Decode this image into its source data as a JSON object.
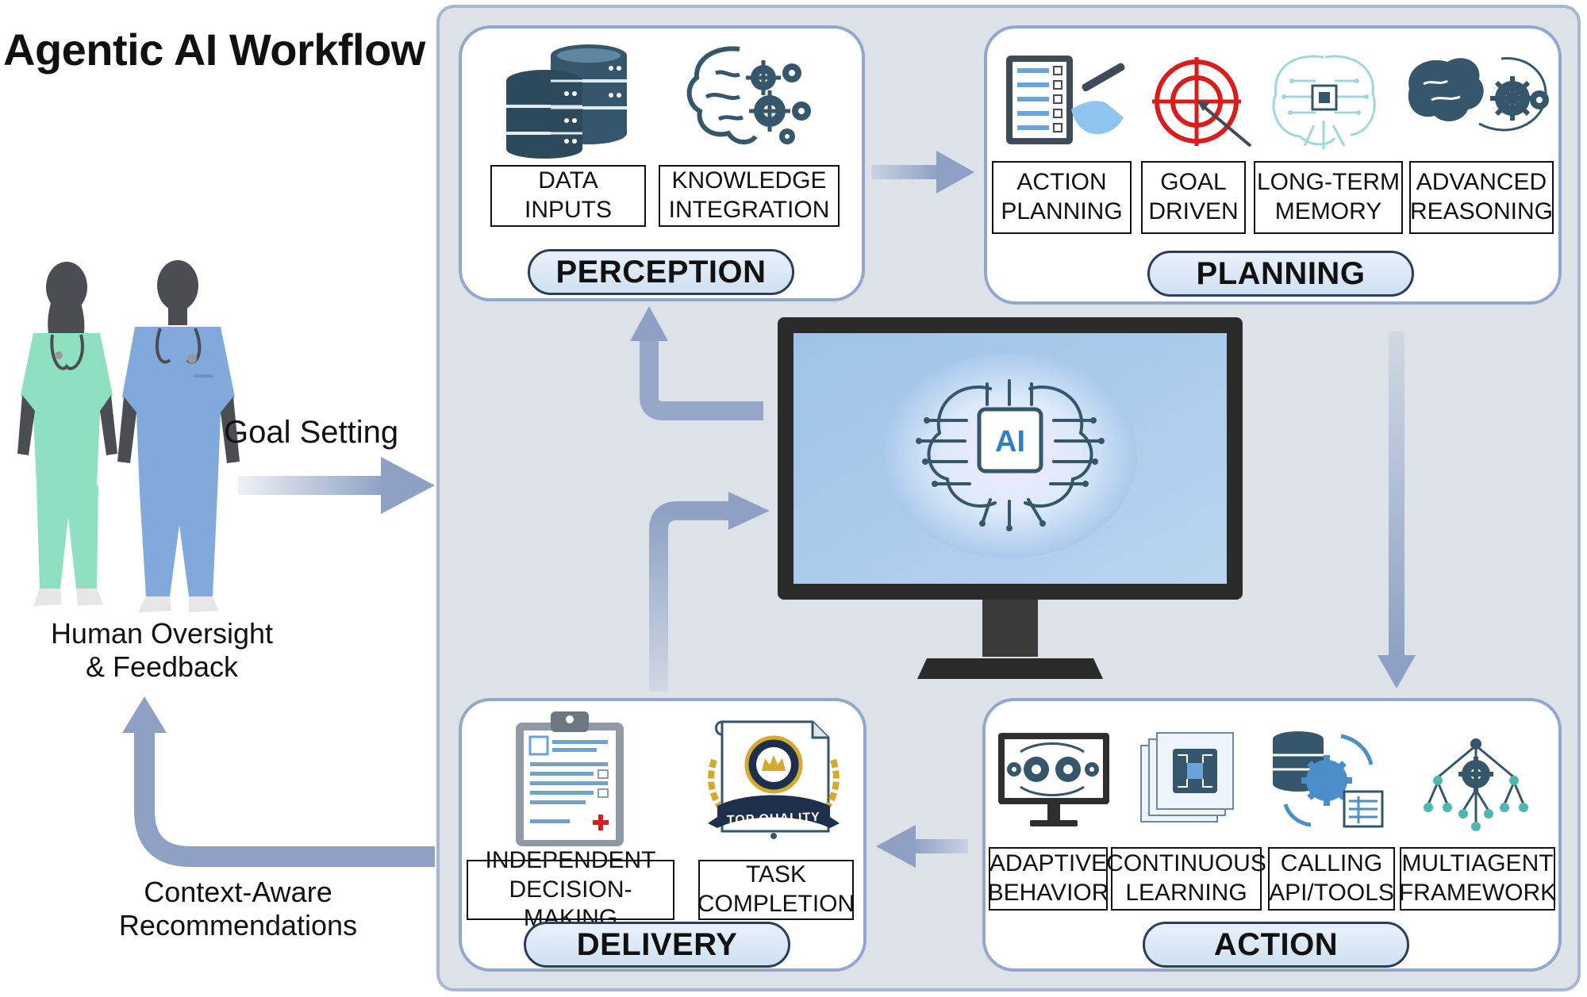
{
  "title": "Agentic AI Workflow",
  "left": {
    "goal_setting": "Goal Setting",
    "human_oversight": "Human Oversight\n& Feedback",
    "context_aware": "Context-Aware\nRecommendations"
  },
  "center": {
    "ai_chip_label": "AI"
  },
  "perception": {
    "title": "PERCEPTION",
    "items": [
      "DATA\nINPUTS",
      "KNOWLEDGE\nINTEGRATION"
    ]
  },
  "planning": {
    "title": "PLANNING",
    "items": [
      "ACTION\nPLANNING",
      "GOAL\nDRIVEN",
      "LONG-TERM\nMEMORY",
      "ADVANCED\nREASONING"
    ]
  },
  "action": {
    "title": "ACTION",
    "items": [
      "ADAPTIVE\nBEHAVIOR",
      "CONTINUOUS\nLEARNING",
      "CALLING\nAPI/TOOLS",
      "MULTIAGENT\nFRAMEWORK"
    ]
  },
  "delivery": {
    "title": "DELIVERY",
    "items": [
      "INDEPENDENT\nDECISION-MAKING",
      "TASK\nCOMPLETION"
    ],
    "badge_text": "TOP QUALITY"
  },
  "colors": {
    "panel_bg": "#dde2e9",
    "panel_border": "#a9b6cf",
    "sub_border": "#93a7cc",
    "arrow": "#8ea1c4",
    "icon_dark": "#36566b",
    "scrub_green": "#8fe0c0",
    "scrub_blue": "#82a9dc"
  }
}
